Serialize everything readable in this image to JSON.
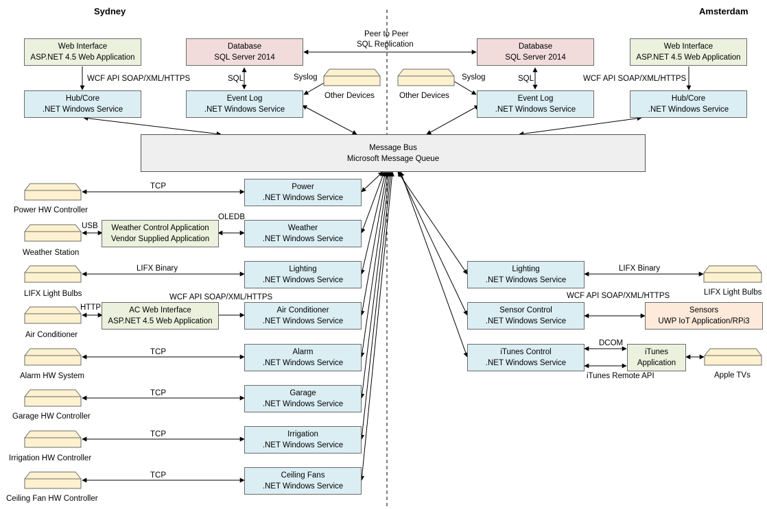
{
  "sites": {
    "left": "Sydney",
    "right": "Amsterdam"
  },
  "colors": {
    "service": "#dbeef4",
    "database": "#f2dcdb",
    "application": "#ebf1dd",
    "iot": "#fdeada",
    "device": "#fdf1cf",
    "bus": "#efefef",
    "line": "#000000"
  },
  "boxes": {
    "syd_web": {
      "line1": "Web Interface",
      "line2": "ASP.NET 4.5 Web Application"
    },
    "syd_db": {
      "line1": "Database",
      "line2": "SQL Server 2014"
    },
    "ams_db": {
      "line1": "Database",
      "line2": "SQL Server 2014"
    },
    "ams_web": {
      "line1": "Web Interface",
      "line2": "ASP.NET 4.5 Web Application"
    },
    "syd_hub": {
      "line1": "Hub/Core",
      "line2": ".NET Windows Service"
    },
    "syd_eventlog": {
      "line1": "Event Log",
      "line2": ".NET Windows Service"
    },
    "ams_eventlog": {
      "line1": "Event Log",
      "line2": ".NET Windows Service"
    },
    "ams_hub": {
      "line1": "Hub/Core",
      "line2": ".NET Windows Service"
    },
    "bus": {
      "line1": "Message Bus",
      "line2": "Microsoft Message Queue"
    },
    "power": {
      "line1": "Power",
      "line2": ".NET Windows Service"
    },
    "weather": {
      "line1": "Weather",
      "line2": ".NET Windows Service"
    },
    "weather_app": {
      "line1": "Weather Control Application",
      "line2": "Vendor Supplied Application"
    },
    "lighting_syd": {
      "line1": "Lighting",
      "line2": ".NET Windows Service"
    },
    "aircon": {
      "line1": "Air Conditioner",
      "line2": ".NET Windows Service"
    },
    "ac_web": {
      "line1": "AC Web Interface",
      "line2": "ASP.NET 4.5 Web Application"
    },
    "alarm": {
      "line1": "Alarm",
      "line2": ".NET Windows Service"
    },
    "garage": {
      "line1": "Garage",
      "line2": ".NET Windows Service"
    },
    "irrigation": {
      "line1": "Irrigation",
      "line2": ".NET Windows Service"
    },
    "fans": {
      "line1": "Ceiling Fans",
      "line2": ".NET Windows Service"
    },
    "lighting_ams": {
      "line1": "Lighting",
      "line2": ".NET Windows Service"
    },
    "sensor_ctrl": {
      "line1": "Sensor Control",
      "line2": ".NET Windows Service"
    },
    "sensors": {
      "line1": "Sensors",
      "line2": "UWP IoT Application/RPi3"
    },
    "itunes_ctrl": {
      "line1": "iTunes Control",
      "line2": ".NET Windows Service"
    },
    "itunes_app": {
      "line1": "iTunes",
      "line2": "Application"
    }
  },
  "devices": {
    "other_syd": "Other Devices",
    "other_ams": "Other Devices",
    "power_hw": "Power HW Controller",
    "weather_station": "Weather Station",
    "lifx_syd": "LIFX Light Bulbs",
    "aircon_hw": "Air Conditioner",
    "alarm_hw": "Alarm HW System",
    "garage_hw": "Garage HW Controller",
    "irrigation_hw": "Irrigation HW Controller",
    "fan_hw": "Ceiling Fan HW Controller",
    "lifx_ams": "LIFX Light Bulbs",
    "apple_tvs": "Apple TVs"
  },
  "links": {
    "p2p_line1": "Peer to Peer",
    "p2p_line2": "SQL Replication",
    "wcf_syd": "WCF API SOAP/XML/HTTPS",
    "wcf_ams": "WCF API SOAP/XML/HTTPS",
    "sql_syd": "SQL",
    "sql_ams": "SQL",
    "syslog_syd": "Syslog",
    "syslog_ams": "Syslog",
    "tcp_power": "TCP",
    "usb": "USB",
    "oledb": "OLEDB",
    "lifx_syd": "LIFX Binary",
    "http": "HTTP",
    "wcf_ac": "WCF API SOAP/XML/HTTPS",
    "tcp_alarm": "TCP",
    "tcp_garage": "TCP",
    "tcp_irrigation": "TCP",
    "tcp_fans": "TCP",
    "lifx_ams": "LIFX Binary",
    "wcf_sensors": "WCF API SOAP/XML/HTTPS",
    "dcom": "DCOM",
    "itunes_api": "iTunes Remote API"
  }
}
